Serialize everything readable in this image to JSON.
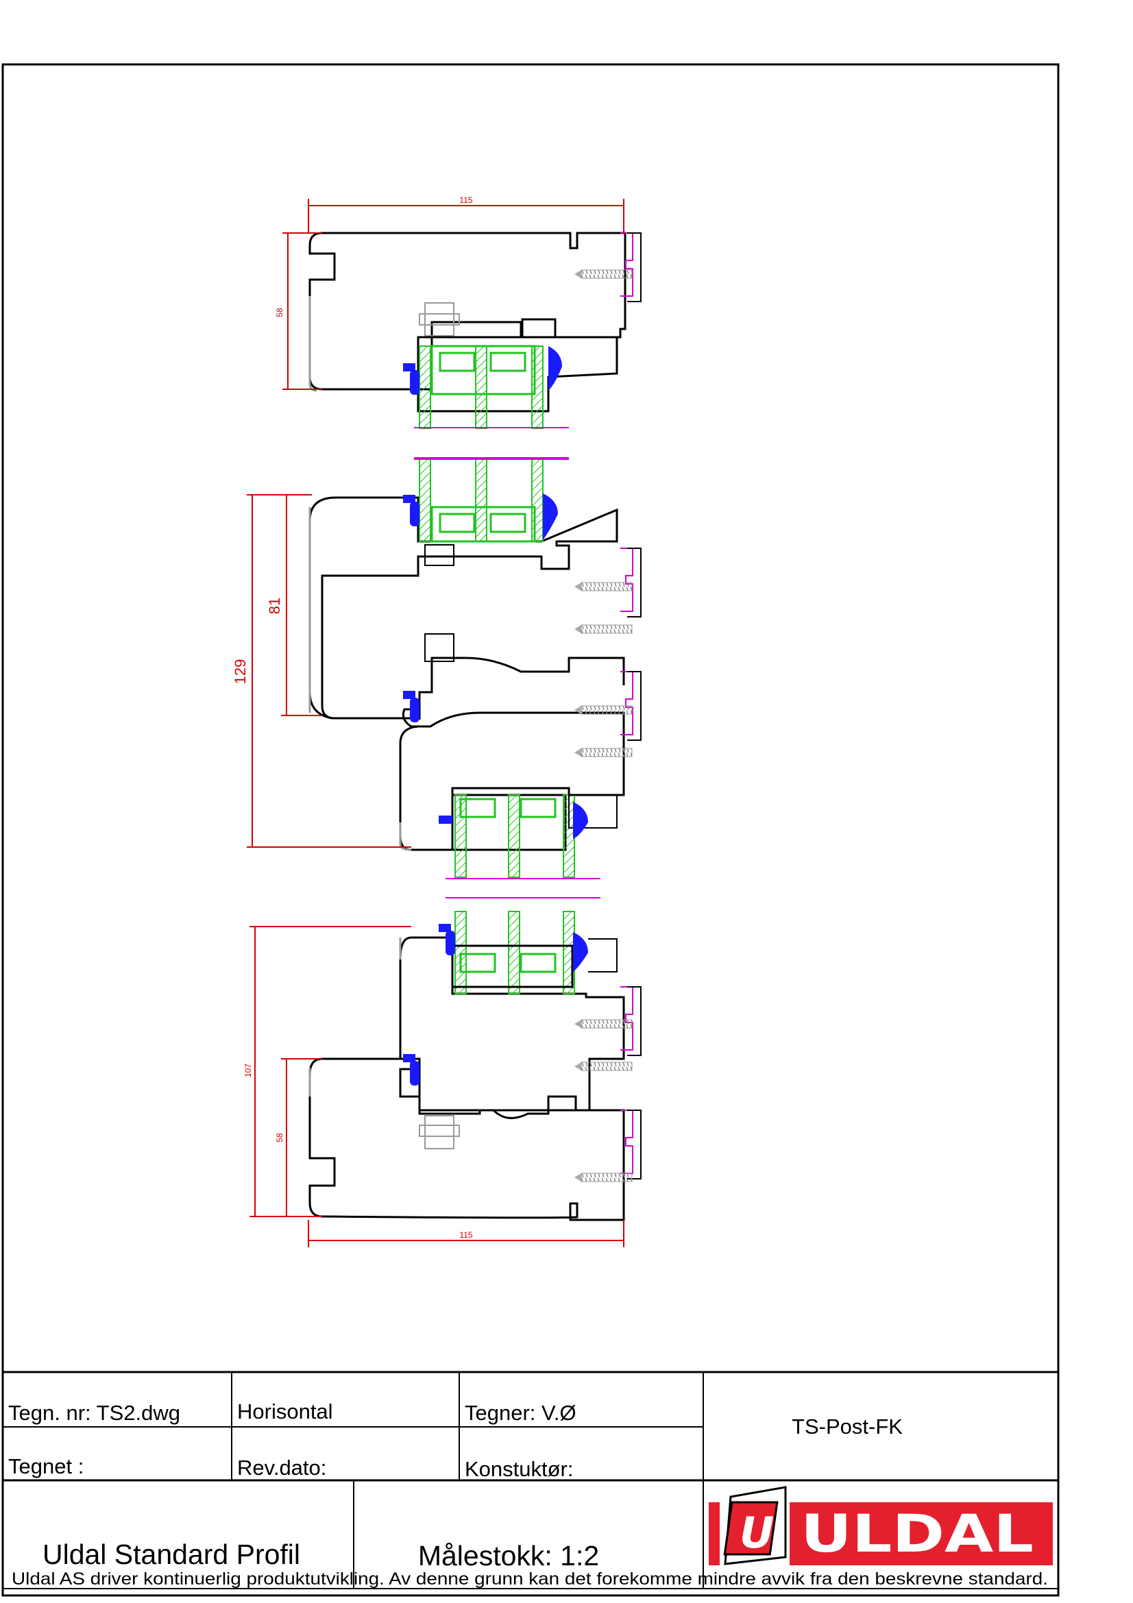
{
  "title_block": {
    "drawing_no": "Tegn. nr: TS2.dwg",
    "orientation": "Horisontal",
    "drafter": "Tegner: V.Ø",
    "drawn_by": "Tegnet :",
    "rev_date": "Rev.dato:",
    "designer": "Konstuktør:",
    "product_code": "TS-Post-FK",
    "profile_name": "Uldal Standard Profil",
    "scale": "Målestokk: 1:2",
    "disclaimer": "Uldal AS driver kontinuerlig produktutvikling. Av denne grunn kan det forekomme mindre avvik fra den beskrevne standard."
  },
  "logo": {
    "mark": "U",
    "name": "ULDAL",
    "color": "#e5202e"
  },
  "dimensions": {
    "top_width": "115",
    "top_height": "58",
    "mid_total": "129",
    "mid_sash": "81",
    "bot_total": "107",
    "bot_height": "58",
    "bot_width": "115"
  },
  "colors": {
    "dimension": "#d40000",
    "glass": "#22c322",
    "gasket": "#1a1aff",
    "hardware": "#d400d4",
    "screw": "#999999"
  }
}
